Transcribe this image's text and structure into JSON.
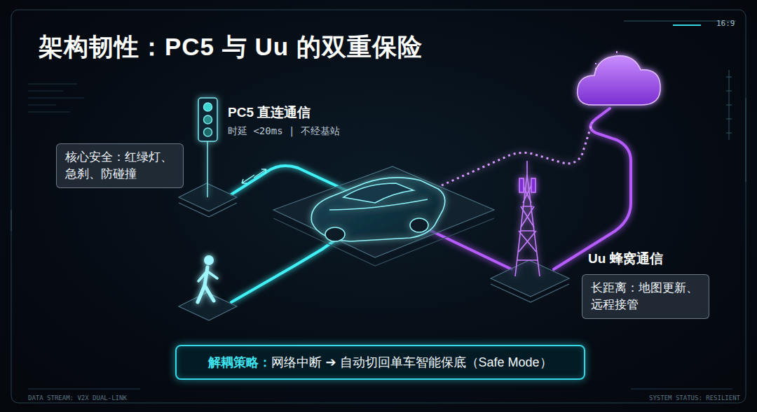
{
  "diagram": {
    "title": "架构韧性：PC5 与 Uu 的双重保险",
    "nodes": [
      {
        "text": [
          "核心安全：红绿灯、急刹、防碰撞"
        ]
      },
      {
        "text": [
          "Uu 蜂窝通信",
          "长距离：地图更新、远程接管"
        ]
      },
      {
        "text": [
          "解耦策略：",
          "网络中断 ➔ 自动切回单车智能保底（Safe Mode）"
        ]
      }
    ],
    "labels": [
      "PC5 直连通信",
      "时延 <20ms | 不经基站",
      "16:9",
      "DATA STREAM: V2X DUAL-LINK",
      "SYSTEM STATUS: RESILIENT"
    ]
  }
}
